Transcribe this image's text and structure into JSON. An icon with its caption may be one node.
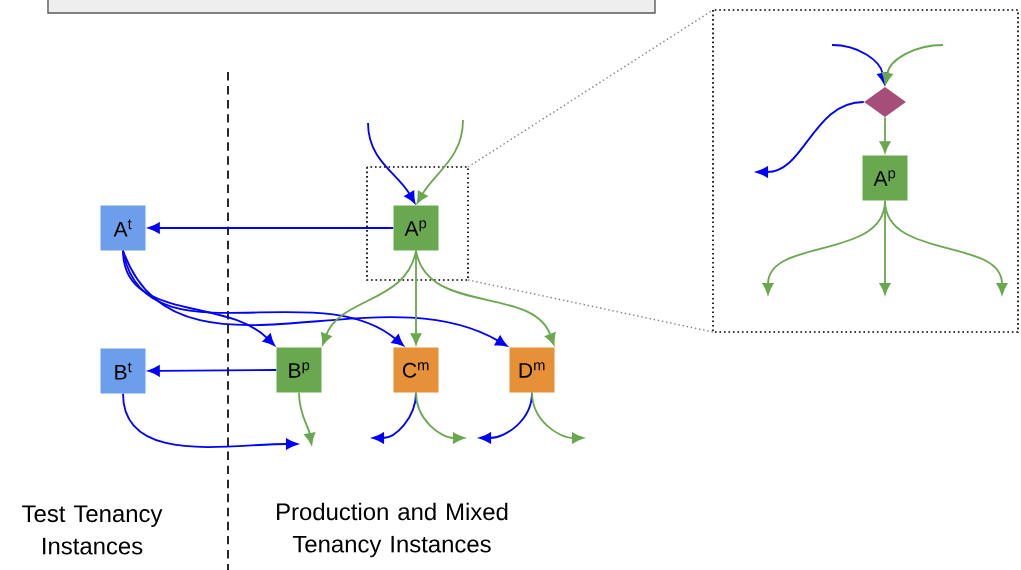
{
  "diagram": {
    "nodes": [
      {
        "text": [
          "A$^{t}$"
        ]
      },
      {
        "text": [
          "B$^{t}$"
        ]
      },
      {
        "text": [
          "A$^{p}$"
        ]
      },
      {
        "text": [
          "B$^{p}$"
        ]
      },
      {
        "text": [
          "C$^{m}$"
        ]
      },
      {
        "text": [
          "D$^{m}$"
        ]
      },
      {
        "text": [],
        "shape": "diamond"
      },
      {
        "text": [
          "A$^{p}$"
        ]
      },
      {
        "text": [],
        "shape": "box"
      }
    ],
    "edges": [
      {
        "from": 2,
        "to": 0,
        "arrow": "to",
        "color": "#0000ff"
      },
      {
        "from": 0,
        "to": 3,
        "arrow": "to",
        "color": "#0000ff"
      },
      {
        "from": 0,
        "to": 4,
        "arrow": "to",
        "color": "#0000ff"
      },
      {
        "from": 0,
        "to": 5,
        "arrow": "to",
        "color": "#0000ff"
      },
      {
        "from": 2,
        "to": 3,
        "arrow": "to",
        "color": "#6aa84f"
      },
      {
        "from": 2,
        "to": 4,
        "arrow": "to",
        "color": "#6aa84f"
      },
      {
        "from": 2,
        "to": 5,
        "arrow": "to",
        "color": "#6aa84f"
      },
      {
        "from": 3,
        "to": 1,
        "arrow": "to",
        "color": "#0000ff"
      },
      {
        "from": null,
        "to": 2,
        "arrow": "to",
        "color": "#0000ff"
      },
      {
        "from": null,
        "to": 2,
        "arrow": "to",
        "color": "#6aa84f"
      },
      {
        "from": 1,
        "to": null,
        "arrow": "to",
        "color": "#0000ff"
      },
      {
        "from": 3,
        "to": null,
        "arrow": "to",
        "color": "#6aa84f"
      },
      {
        "from": 4,
        "to": null,
        "arrow": "to",
        "color": "#0000ff"
      },
      {
        "from": 4,
        "to": null,
        "arrow": "to",
        "color": "#6aa84f"
      },
      {
        "from": 5,
        "to": null,
        "arrow": "to",
        "color": "#0000ff"
      },
      {
        "from": 5,
        "to": null,
        "arrow": "to",
        "color": "#6aa84f"
      },
      {
        "from": null,
        "to": 6,
        "arrow": "to",
        "color": "#0000ff"
      },
      {
        "from": null,
        "to": 6,
        "arrow": "to",
        "color": "#6aa84f"
      },
      {
        "from": 6,
        "to": null,
        "arrow": "to",
        "color": "#0000ff"
      },
      {
        "from": 6,
        "to": 7,
        "arrow": "to",
        "color": "#6aa84f"
      },
      {
        "from": 7,
        "to": null,
        "arrow": "to",
        "color": "#6aa84f"
      },
      {
        "from": 7,
        "to": null,
        "arrow": "to",
        "color": "#6aa84f"
      },
      {
        "from": 7,
        "to": null,
        "arrow": "to",
        "color": "#6aa84f"
      }
    ],
    "labels": [
      "Test Tenancy Instances",
      "Production and Mixed Tenancy Instances"
    ]
  }
}
